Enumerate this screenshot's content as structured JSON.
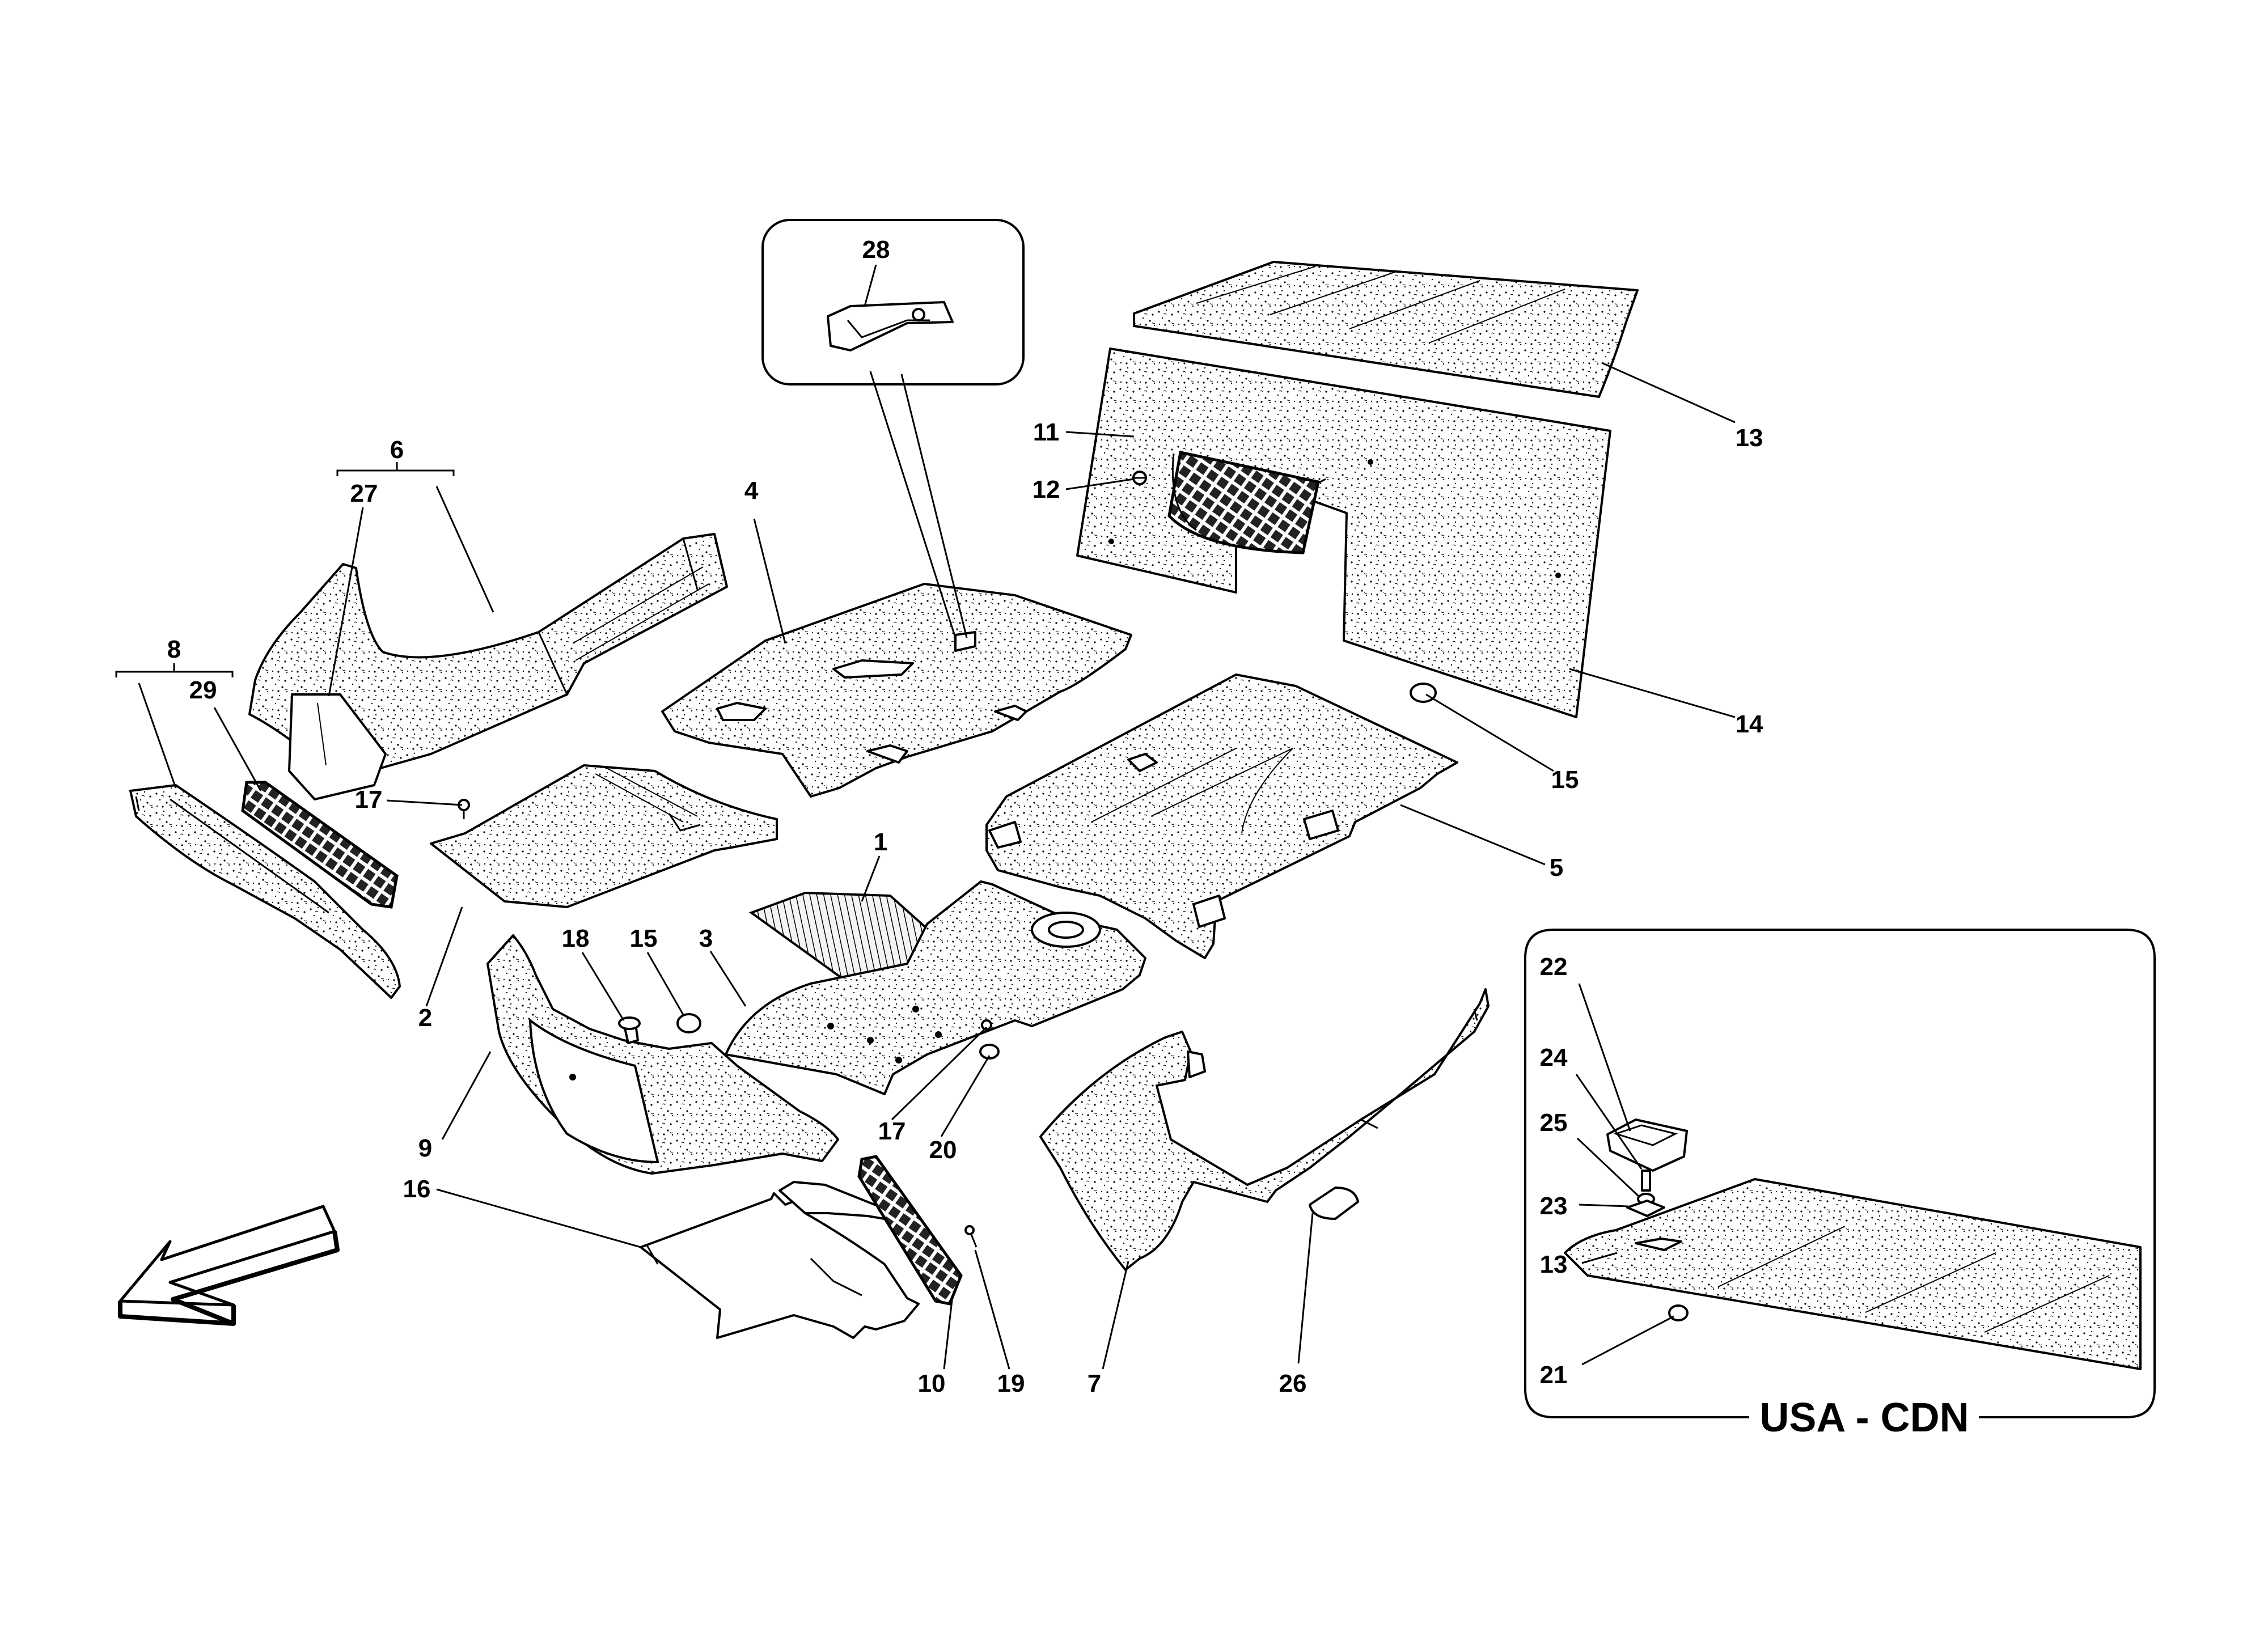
{
  "inset_label": "USA - CDN",
  "callouts": {
    "c1": "1",
    "c2": "2",
    "c3": "3",
    "c4": "4",
    "c5": "5",
    "c6": "6",
    "c7": "7",
    "c8": "8",
    "c9": "9",
    "c10": "10",
    "c11": "11",
    "c12": "12",
    "c13": "13",
    "c13b": "13",
    "c14": "14",
    "c15": "15",
    "c15b": "15",
    "c16": "16",
    "c17": "17",
    "c17b": "17",
    "c18": "18",
    "c19": "19",
    "c20": "20",
    "c21": "21",
    "c22": "22",
    "c23": "23",
    "c24": "24",
    "c25": "25",
    "c26": "26",
    "c27": "27",
    "c28": "28",
    "c29": "29"
  }
}
